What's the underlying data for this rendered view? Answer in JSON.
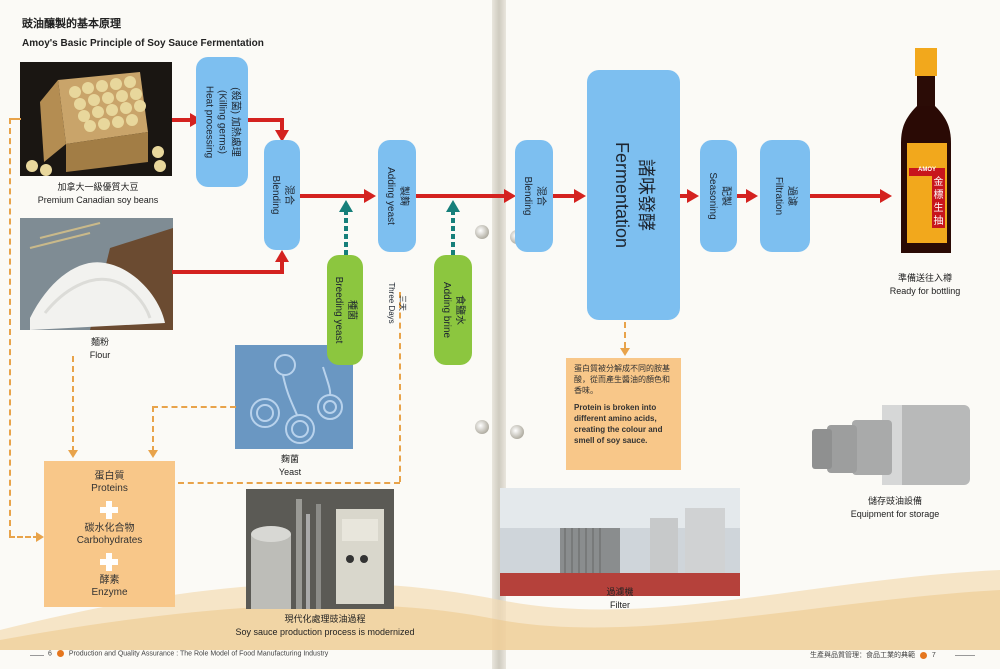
{
  "title_zh": "豉油釀製的基本原理",
  "title_en": "Amoy's Basic Principle of Soy Sauce Fermentation",
  "captions": {
    "soybeans_zh": "加拿大一級優質大豆",
    "soybeans_en": "Premium Canadian soy beans",
    "flour_zh": "麵粉",
    "flour_en": "Flour",
    "yeast_zh": "麴菌",
    "yeast_en": "Yeast",
    "process_zh": "現代化處理豉油過程",
    "process_en": "Soy sauce production process is modernized",
    "filter_zh": "過濾機",
    "filter_en": "Filter",
    "storage_zh": "儲存豉油設備",
    "storage_en": "Equipment for storage",
    "bottling_zh": "準備送往入樽",
    "bottling_en": "Ready for bottling"
  },
  "steps": {
    "heat_zh": "(殺菌) 加熱處理",
    "heat_en1": "(Killing germs)",
    "heat_en2": "Heat processing",
    "blending1_zh": "混合",
    "blending1_en": "Blending",
    "breeding_zh": "種菌",
    "breeding_en": "Breeding yeast",
    "adding_yeast_zh": "製麴",
    "adding_yeast_en": "Adding yeast",
    "three_days_zh": "三天",
    "three_days_en": "Three Days",
    "brine_zh": "食鹽水",
    "brine_en": "Adding brine",
    "blending2_zh": "混合",
    "blending2_en": "Blending",
    "fermentation_zh": "諸味發酵",
    "fermentation_en": "Fermentation",
    "seasoning_zh": "配製",
    "seasoning_en": "Seasoning",
    "filtration_zh": "過濾",
    "filtration_en": "Filtration"
  },
  "components": {
    "protein_zh": "蛋白質",
    "protein_en": "Proteins",
    "carb_zh": "碳水化合物",
    "carb_en": "Carbohydrates",
    "enzyme_zh": "酵素",
    "enzyme_en": "Enzyme"
  },
  "note": {
    "zh": "蛋白質被分解成不同的胺基酸，從而產生醬油的顏色和香味。",
    "en": "Protein is broken into different amino acids, creating the colour and smell of soy sauce."
  },
  "bottle": {
    "brand": "AMOY",
    "label_zh": "金標生抽"
  },
  "footer": {
    "left_page": "6",
    "left_text": "Production and Quality Assurance : The Role Model of Food Manufacturing Industry",
    "right_text": "生產與品質管理：食品工業的典範",
    "right_page": "7"
  },
  "colors": {
    "step_blue": "#7dbff0",
    "step_green": "#8cc63f",
    "arrow_red": "#d4221f",
    "note_orange": "#f8c789"
  }
}
